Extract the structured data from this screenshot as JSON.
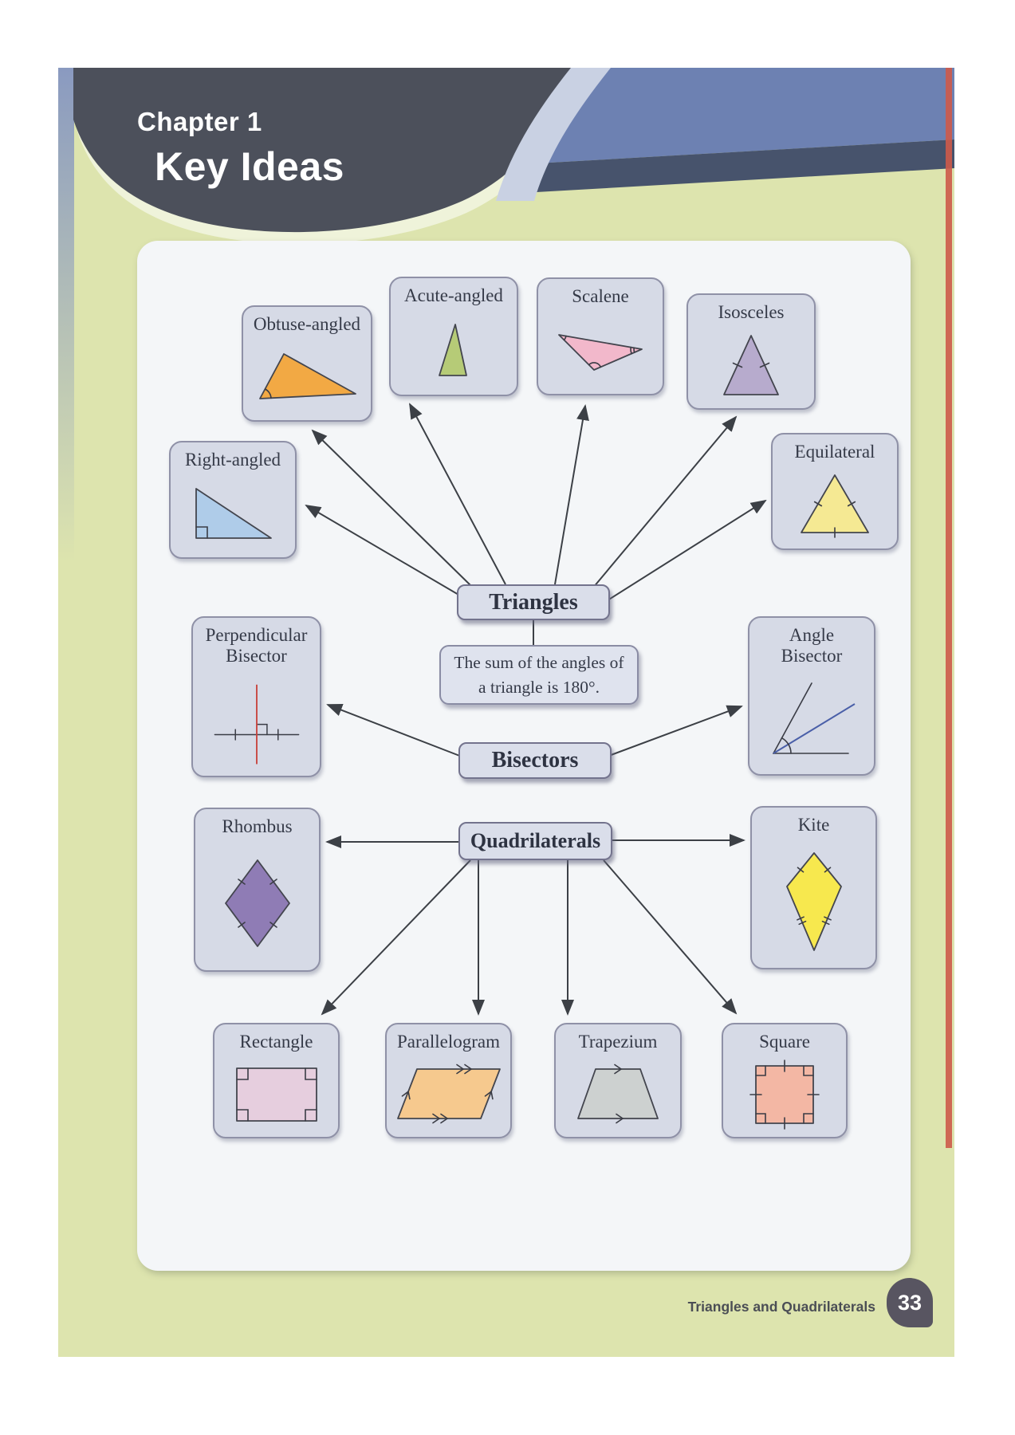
{
  "header": {
    "chapter": "Chapter 1",
    "title": "Key Ideas"
  },
  "map": {
    "nodes": {
      "triangles": "Triangles",
      "bisectors": "Bisectors",
      "quadrilaterals": "Quadrilaterals"
    },
    "fact": "The sum of the angles of a triangle is 180°.",
    "boxes": {
      "obtuse": {
        "label": "Obtuse-angled",
        "fill": "#f2a944"
      },
      "acute": {
        "label": "Acute-angled",
        "fill": "#b6cb77"
      },
      "scalene": {
        "label": "Scalene",
        "fill": "#f2b8cb"
      },
      "isosceles": {
        "label": "Isosceles",
        "fill": "#b7abcd"
      },
      "right_angled": {
        "label": "Right-angled",
        "fill": "#afcce9"
      },
      "equilateral": {
        "label": "Equilateral",
        "fill": "#f5e993"
      },
      "perpendicular_bisector": {
        "label": "Perpendicular Bisector"
      },
      "angle_bisector": {
        "label": "Angle Bisector"
      },
      "rhombus": {
        "label": "Rhombus",
        "fill": "#8f7cb5"
      },
      "kite": {
        "label": "Kite",
        "fill": "#f7e84e"
      },
      "rectangle": {
        "label": "Rectangle",
        "fill": "#e6cede"
      },
      "parallelogram": {
        "label": "Parallelogram",
        "fill": "#f6c98e"
      },
      "trapezium": {
        "label": "Trapezium",
        "fill": "#cdd1d0"
      },
      "square": {
        "label": "Square",
        "fill": "#f3b7a4"
      }
    },
    "diagram_colors": {
      "bisector_line_red": "#c8433c",
      "bisector_ray_blue": "#4a5fa8"
    }
  },
  "footer": {
    "section": "Triangles and Quadrilaterals",
    "page_number": "33"
  }
}
